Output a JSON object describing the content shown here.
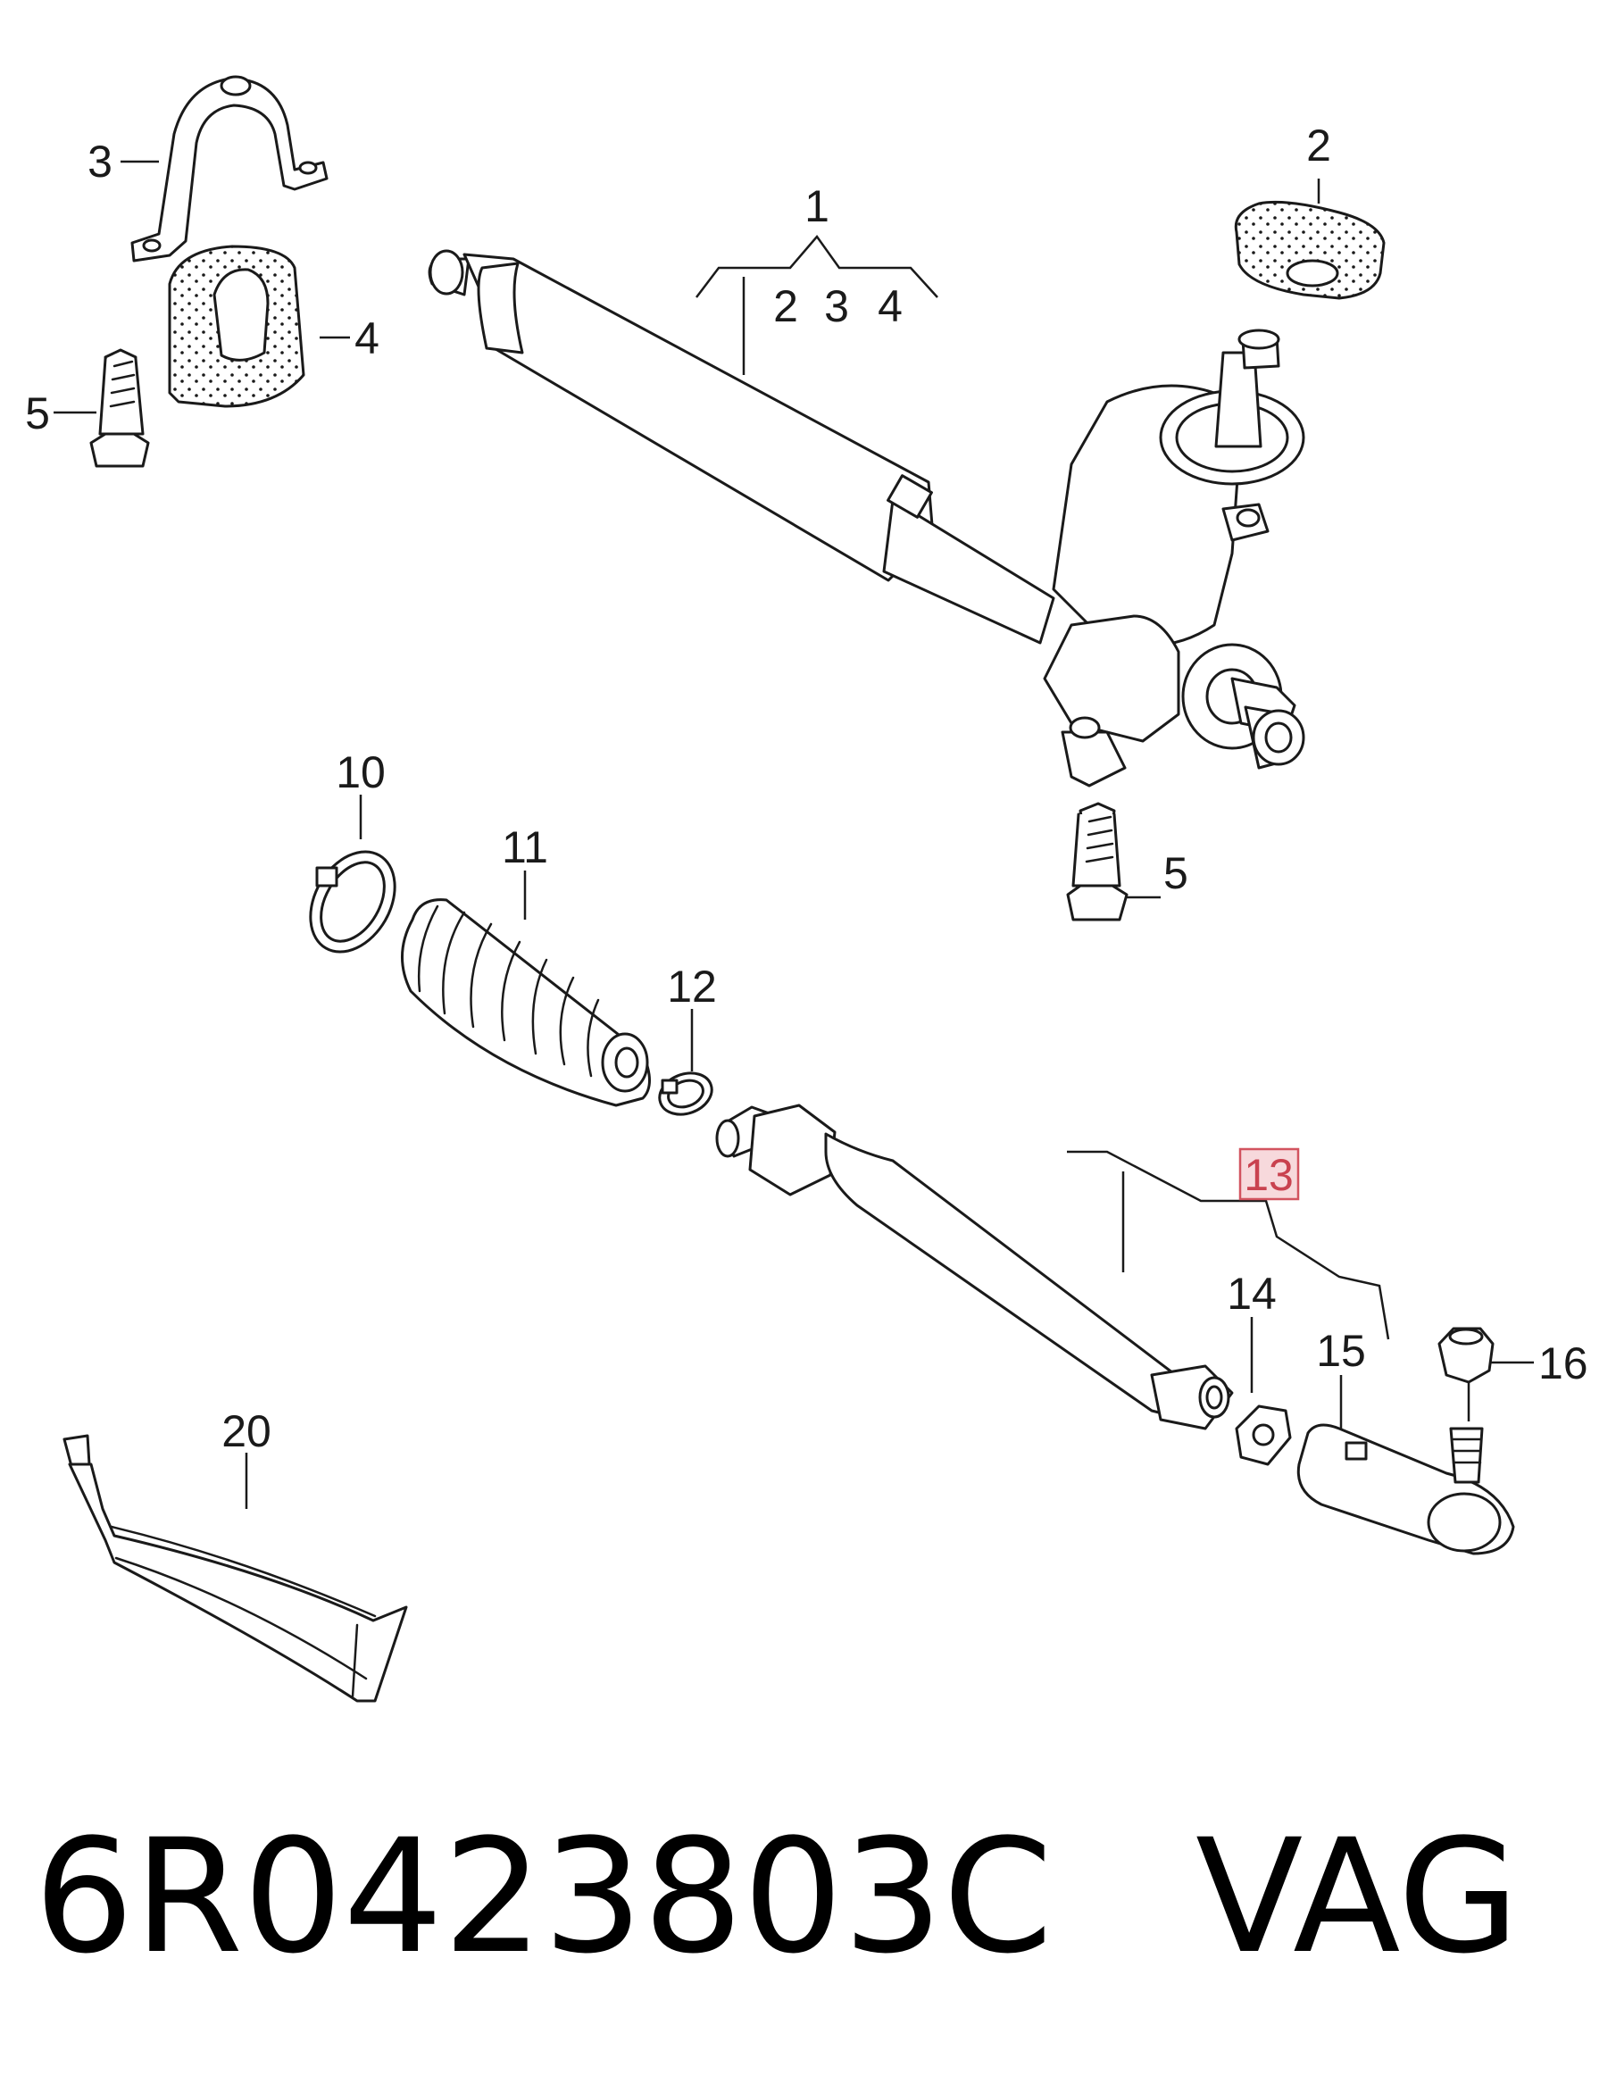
{
  "diagram": {
    "callouts": {
      "c1": "1",
      "c1_sub2": "2",
      "c1_sub3": "3",
      "c1_sub4": "4",
      "c2": "2",
      "c3": "3",
      "c4": "4",
      "c5_top": "5",
      "c5_bottom": "5",
      "c10": "10",
      "c11": "11",
      "c12": "12",
      "c13": "13",
      "c14": "14",
      "c15": "15",
      "c16": "16",
      "c20": "20"
    },
    "highlighted_callout": "13",
    "highlight_color": "#d2535f"
  },
  "footer": {
    "part_number": "6R0423803C",
    "brand": "VAG"
  }
}
